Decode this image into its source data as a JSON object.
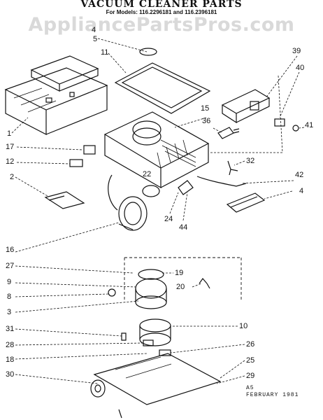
{
  "header": {
    "title": "VACUUM CLEANER PARTS",
    "models": "For Models: 116.2296181 and 116.2396181",
    "watermark": "AppliancePartsPros.com"
  },
  "callouts": {
    "c1": "1",
    "c2": "2",
    "c3": "3",
    "c4": "4",
    "c4b": "4",
    "c5": "5",
    "c8": "8",
    "c9": "9",
    "c10": "10",
    "c11": "11",
    "c12": "12",
    "c15": "15",
    "c16": "16",
    "c17": "17",
    "c18": "18",
    "c19": "19",
    "c20": "20",
    "c22": "22",
    "c24": "24",
    "c25": "25",
    "c26": "26",
    "c27": "27",
    "c28": "28",
    "c29": "29",
    "c30": "30",
    "c31": "31",
    "c32": "32",
    "c36": "36",
    "c39": "39",
    "c40": "40",
    "c41": "41",
    "c42": "42",
    "c44": "44"
  },
  "footer": {
    "code": "A5",
    "date": "FEBRUARY 1981"
  }
}
